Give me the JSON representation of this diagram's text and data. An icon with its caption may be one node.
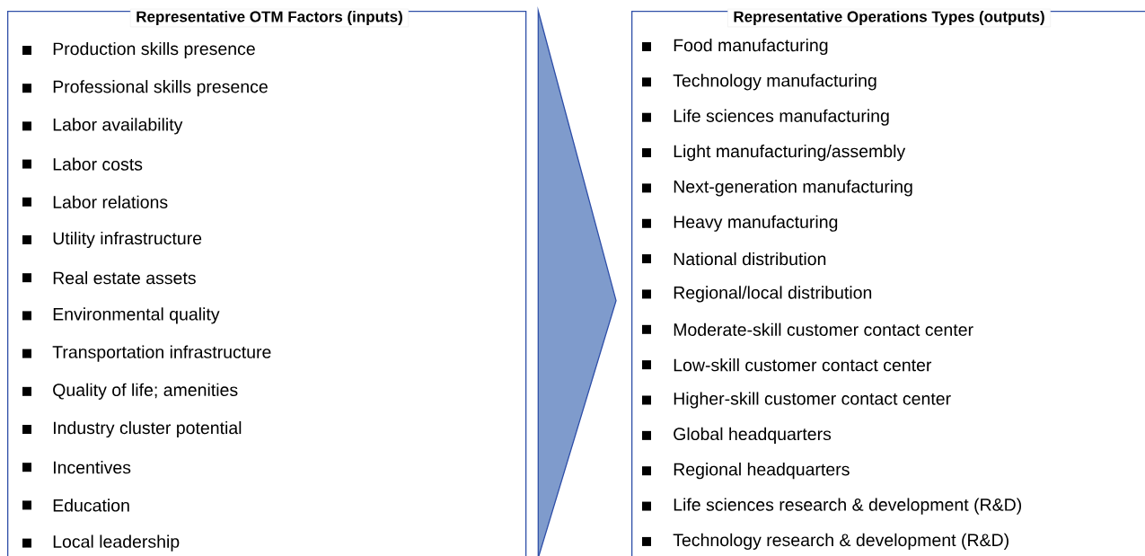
{
  "diagram": {
    "nodes": [
      {
        "text": [
          "Representative OTM Factors (inputs)",
          "Production skills presence",
          "Professional skills presence",
          "Labor availability",
          "Labor costs",
          "Labor relations",
          "Utility infrastructure",
          "Real estate assets",
          "Environmental quality",
          "Transportation infrastructure",
          "Quality of life; amenities",
          "Industry cluster potential",
          "Incentives",
          "Education",
          "Local leadership"
        ]
      },
      {
        "text": [
          "Representative Operations Types (outputs)",
          "Food manufacturing",
          "Technology manufacturing",
          "Life sciences manufacturing",
          "Light manufacturing/assembly",
          "Next-generation manufacturing",
          "Heavy manufacturing",
          "National distribution",
          "Regional/local distribution",
          "Moderate-skill customer contact center",
          "Low-skill customer contact center",
          "Higher-skill customer contact center",
          "Global headquarters",
          "Regional headquarters",
          "Life sciences research & development (R&D)",
          "Technology research & development (R&D)"
        ]
      }
    ],
    "edges": [
      {
        "from": 0,
        "to": 1,
        "arrow": "to"
      }
    ]
  }
}
